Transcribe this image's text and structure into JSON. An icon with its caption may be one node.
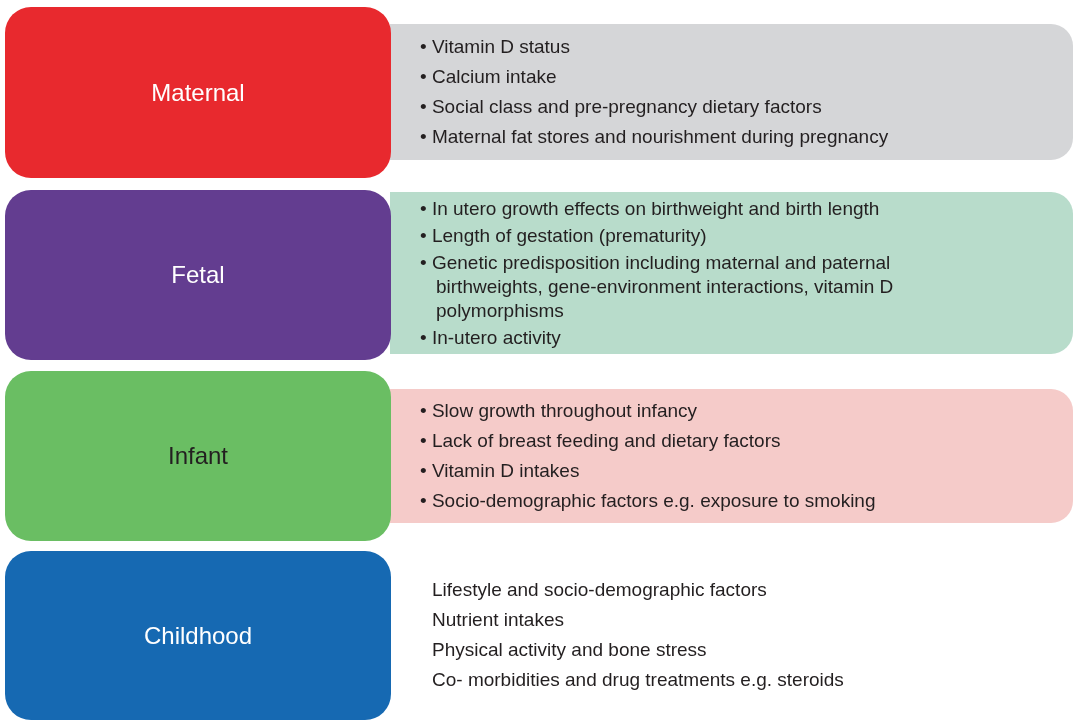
{
  "diagram": {
    "nodes": [
      {
        "text": [
          "Maternal"
        ]
      },
      {
        "text": [
          "• Vitamin D status",
          "• Calcium intake",
          "• Social class and pre-pregnancy dietary factors",
          "• Maternal fat stores and nourishment during pregnancy"
        ]
      },
      {
        "text": [
          "Fetal"
        ]
      },
      {
        "text": [
          "• In utero growth effects on birthweight and birth length",
          "• Length of gestation (prematurity)",
          "• Genetic predisposition including maternal and paternal birthweights, gene-environment interactions, vitamin D polymorphisms",
          "• In-utero activity"
        ]
      },
      {
        "text": [
          "Infant"
        ]
      },
      {
        "text": [
          "• Slow growth throughout infancy",
          "• Lack of breast feeding and dietary factors",
          "• Vitamin D intakes",
          "• Socio-demographic factors e.g. exposure to smoking"
        ]
      },
      {
        "text": [
          "Childhood"
        ]
      }
    ],
    "labels": [
      "Lifestyle and socio-demographic factors",
      "Nutrient intakes",
      "Physical activity and bone stress",
      "Co- morbidities and drug treatments e.g. steroids"
    ]
  }
}
